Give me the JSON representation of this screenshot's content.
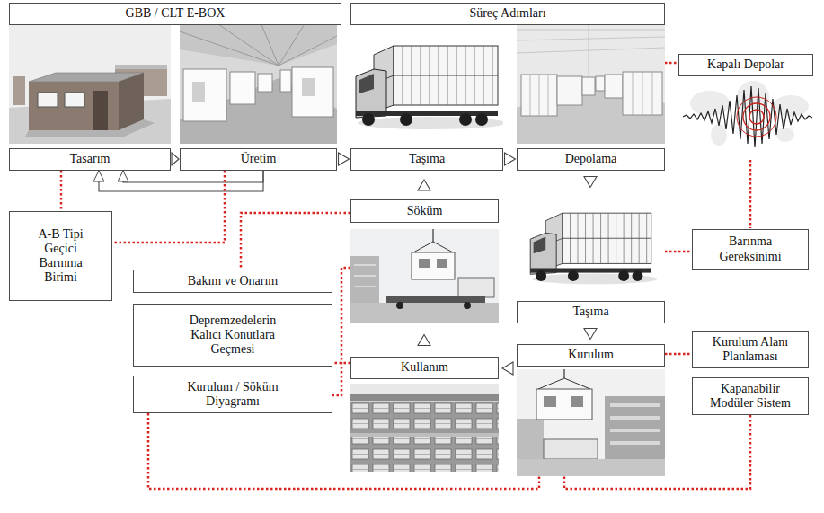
{
  "diagram": {
    "nodes": [
      {
        "text": [
          "GBB / CLT E-BOX"
        ]
      },
      {
        "text": [
          "Süreç Adımları"
        ]
      },
      {
        "text": [
          "Kapalı Depolar"
        ]
      },
      {
        "text": [
          "Tasarım"
        ]
      },
      {
        "text": [
          "Üretim"
        ]
      },
      {
        "text": [
          "Taşıma"
        ]
      },
      {
        "text": [
          "Depolama"
        ]
      },
      {
        "text": [
          "Söküm"
        ]
      },
      {
        "text": [
          "A-B Tipi Geçici Barınma Birimi"
        ]
      },
      {
        "text": [
          "Barınma Gereksinimi"
        ]
      },
      {
        "text": [
          "Bakım ve Onarım"
        ]
      },
      {
        "text": [
          "Taşıma"
        ]
      },
      {
        "text": [
          "Depremzedelerin Kalıcı Konutlara Geçmesi"
        ]
      },
      {
        "text": [
          "Kurulum"
        ]
      },
      {
        "text": [
          "Kullanım"
        ]
      },
      {
        "text": [
          "Kurulum Alanı Planlaması"
        ]
      },
      {
        "text": [
          "Kurulum / Söküm Diyagramı"
        ]
      },
      {
        "text": [
          "Kapanabilir Modüler Sistem"
        ]
      }
    ],
    "edges": [
      {
        "from": 3,
        "to": 4,
        "arrow": "to"
      },
      {
        "from": 4,
        "to": 5,
        "arrow": "to"
      },
      {
        "from": 5,
        "to": 6,
        "arrow": "to"
      },
      {
        "from": 6,
        "to": 11,
        "arrow": "to"
      },
      {
        "from": 11,
        "to": 13,
        "arrow": "to"
      },
      {
        "from": 13,
        "to": 14,
        "arrow": "to"
      },
      {
        "from": 14,
        "to": 7,
        "arrow": "to"
      },
      {
        "from": 7,
        "to": 5,
        "arrow": "to"
      },
      {
        "from": 4,
        "to": 3,
        "arrow": "to"
      },
      {
        "from": 4,
        "to": 3,
        "arrow": "to"
      },
      {
        "from": 6,
        "to": 2,
        "arrow": "none"
      },
      {
        "from": 11,
        "to": 9,
        "arrow": "none"
      },
      {
        "from": 13,
        "to": 15,
        "arrow": "none"
      },
      {
        "from": 17,
        "to": 13,
        "arrow": "none"
      },
      {
        "from": 16,
        "to": 13,
        "arrow": "none"
      },
      {
        "from": 3,
        "to": 8,
        "arrow": "none"
      },
      {
        "from": 4,
        "to": 8,
        "arrow": "none"
      },
      {
        "from": 7,
        "to": 10,
        "arrow": "none"
      },
      {
        "from": 7,
        "to": 16,
        "arrow": "none"
      },
      {
        "from": 14,
        "to": 12,
        "arrow": "none"
      }
    ]
  }
}
